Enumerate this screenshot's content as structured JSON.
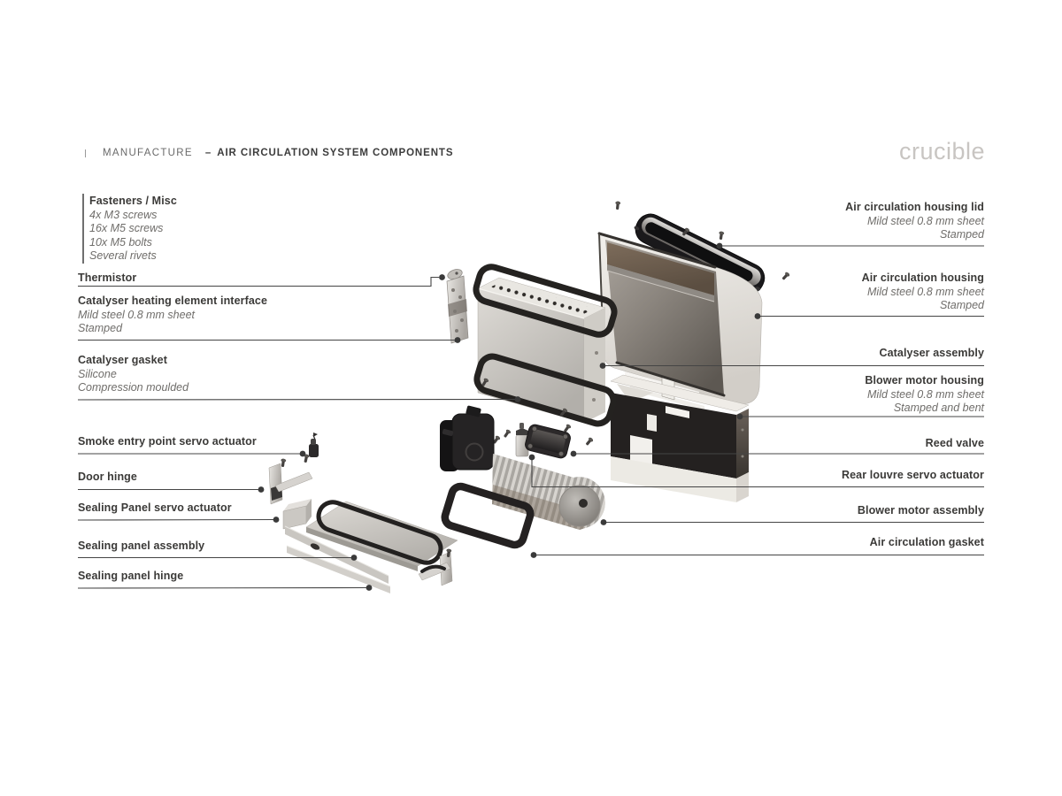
{
  "header": {
    "section": "MANUFACTURE",
    "separator": "–",
    "title": "AIR CIRCULATION SYSTEM COMPONENTS",
    "brand": "crucible"
  },
  "fasteners": {
    "title": "Fasteners / Misc",
    "items": [
      "4x M3 screws",
      "16x M5 screws",
      "10x M5 bolts",
      "Several rivets"
    ]
  },
  "left_labels": [
    {
      "title": "Thermistor",
      "subs": []
    },
    {
      "title": "Catalyser heating element interface",
      "subs": [
        "Mild steel 0.8 mm sheet",
        "Stamped"
      ]
    },
    {
      "title": "Catalyser gasket",
      "subs": [
        "Silicone",
        "Compression moulded"
      ]
    },
    {
      "title": "Smoke entry point servo actuator",
      "subs": []
    },
    {
      "title": "Door hinge",
      "subs": []
    },
    {
      "title": "Sealing Panel servo actuator",
      "subs": []
    },
    {
      "title": "Sealing panel assembly",
      "subs": []
    },
    {
      "title": "Sealing panel hinge",
      "subs": []
    }
  ],
  "right_labels": [
    {
      "title": "Air circulation housing lid",
      "subs": [
        "Mild steel 0.8 mm sheet",
        "Stamped"
      ]
    },
    {
      "title": "Air circulation housing",
      "subs": [
        "Mild steel 0.8 mm sheet",
        "Stamped"
      ]
    },
    {
      "title": "Catalyser assembly",
      "subs": []
    },
    {
      "title": "Blower motor housing",
      "subs": [
        "Mild steel 0.8 mm sheet",
        "Stamped and bent"
      ]
    },
    {
      "title": "Reed valve",
      "subs": []
    },
    {
      "title": "Rear louvre servo actuator",
      "subs": []
    },
    {
      "title": "Blower motor assembly",
      "subs": []
    },
    {
      "title": "Air circulation gasket",
      "subs": []
    }
  ],
  "colors": {
    "background": "#ffffff",
    "label_title": "#3b3a38",
    "label_sub": "#6f6d6a",
    "leader_line": "#454545",
    "brand_gray": "#c8c5c2",
    "render_ivory": "#e9e6e1",
    "render_dark": "#1c1b1c",
    "render_metal": "#8a847d",
    "render_brown": "#6d5d4e"
  }
}
